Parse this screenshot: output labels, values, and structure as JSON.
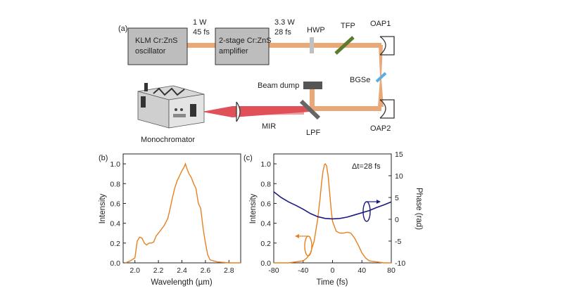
{
  "schematic": {
    "panel_label": "(a)",
    "oscillator": [
      "KLM Cr:ZnS",
      "oscillator"
    ],
    "amplifier": [
      "2-stage Cr:ZnS",
      "amplifier"
    ],
    "beam1": [
      "1 W",
      "45 fs"
    ],
    "beam2": [
      "3.3 W",
      "28 fs"
    ],
    "hwp": "HWP",
    "tfp": "TFP",
    "oap1": "OAP1",
    "oap2": "OAP2",
    "bgse": "BGSe",
    "beam_dump": "Beam dump",
    "lpf": "LPF",
    "mir": "MIR",
    "monochromator": "Monochromator",
    "colors": {
      "pump_beam": "#e9a877",
      "mir_beam": "#e0505a",
      "bgse": "#5aaee0",
      "tfp": "#5a7a2e"
    }
  },
  "chart_data": [
    {
      "type": "line",
      "panel_label": "(b)",
      "xlabel": "Wavelength (µm)",
      "ylabel": "Intensity",
      "xlim": [
        1.9,
        2.9
      ],
      "ylim": [
        0,
        1.1
      ],
      "x_ticks": [
        "2.0",
        "2.2",
        "2.4",
        "2.6",
        "2.8"
      ],
      "y_ticks": [
        "0.0",
        "0.2",
        "0.4",
        "0.6",
        "0.8",
        "1.0"
      ],
      "series": [
        {
          "color": "#e8801e",
          "x": [
            1.92,
            1.96,
            2.0,
            2.02,
            2.04,
            2.06,
            2.08,
            2.1,
            2.12,
            2.14,
            2.16,
            2.18,
            2.2,
            2.22,
            2.25,
            2.28,
            2.3,
            2.32,
            2.34,
            2.36,
            2.38,
            2.4,
            2.42,
            2.43,
            2.44,
            2.46,
            2.48,
            2.5,
            2.52,
            2.54,
            2.56,
            2.58,
            2.6,
            2.62,
            2.64,
            2.7,
            2.8,
            2.9
          ],
          "y": [
            0.0,
            0.02,
            0.05,
            0.22,
            0.26,
            0.25,
            0.2,
            0.18,
            0.2,
            0.2,
            0.21,
            0.27,
            0.3,
            0.33,
            0.38,
            0.45,
            0.55,
            0.66,
            0.76,
            0.83,
            0.88,
            0.93,
            0.97,
            1.0,
            0.96,
            0.9,
            0.86,
            0.8,
            0.75,
            0.6,
            0.55,
            0.35,
            0.2,
            0.08,
            0.03,
            0.01,
            0.0,
            0.0
          ]
        }
      ]
    },
    {
      "type": "line",
      "panel_label": "(c)",
      "annotation": "Δt=28 fs",
      "xlabel": "Time (fs)",
      "ylabel": "Intensity",
      "y2label": "Phase (rad)",
      "xlim": [
        -80,
        80
      ],
      "ylim": [
        0,
        1.1
      ],
      "y2lim": [
        -10,
        15
      ],
      "x_ticks": [
        "-80",
        "-40",
        "0",
        "40",
        "80"
      ],
      "y_ticks": [
        "0.0",
        "0.2",
        "0.4",
        "0.6",
        "0.8",
        "1.0"
      ],
      "y2_ticks": [
        "-10",
        "-5",
        "0",
        "5",
        "10",
        "15"
      ],
      "series": [
        {
          "axis": "left",
          "color": "#e8801e",
          "x": [
            -80,
            -70,
            -60,
            -50,
            -40,
            -35,
            -30,
            -25,
            -20,
            -17,
            -15,
            -13,
            -11,
            -10,
            -8,
            -6,
            -4,
            -2,
            0,
            5,
            10,
            15,
            20,
            25,
            30,
            35,
            40,
            45,
            50,
            60,
            70,
            80
          ],
          "y": [
            0,
            0,
            0,
            0.01,
            0.02,
            0.05,
            0.1,
            0.22,
            0.45,
            0.65,
            0.8,
            0.92,
            0.99,
            1.0,
            0.98,
            0.88,
            0.72,
            0.55,
            0.42,
            0.32,
            0.3,
            0.3,
            0.31,
            0.3,
            0.25,
            0.18,
            0.1,
            0.05,
            0.02,
            0.01,
            0,
            0
          ]
        },
        {
          "axis": "right",
          "color": "#1a1a80",
          "x": [
            -80,
            -70,
            -60,
            -50,
            -40,
            -30,
            -20,
            -10,
            0,
            10,
            20,
            30,
            40,
            50,
            60,
            70,
            80
          ],
          "y": [
            6.3,
            5.0,
            4.0,
            3.2,
            2.3,
            1.3,
            0.6,
            0.2,
            0.1,
            0.2,
            0.5,
            1.0,
            1.5,
            2.0,
            2.7,
            3.3,
            4.0
          ]
        }
      ]
    }
  ]
}
